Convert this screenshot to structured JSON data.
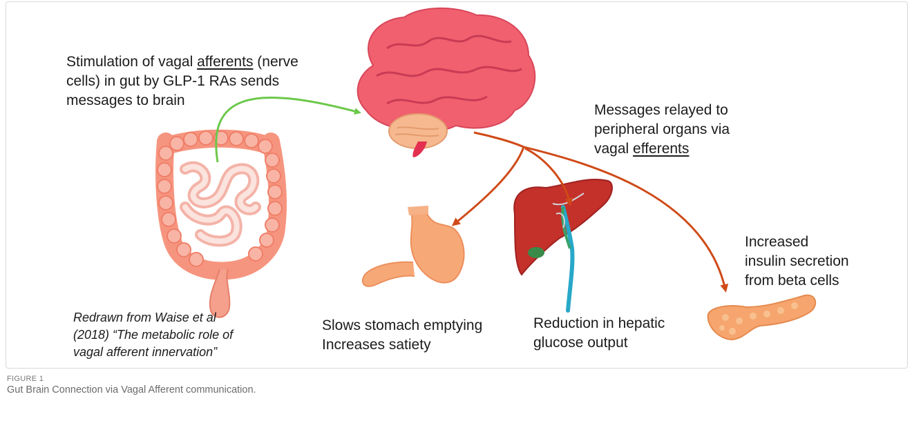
{
  "labels": {
    "afferent": {
      "pre": "Stimulation of vagal ",
      "u": "afferents",
      "post": " (nerve",
      "line2": "cells) in gut by GLP-1 RAs sends",
      "line3": "messages to brain"
    },
    "efferent": {
      "line1": "Messages relayed to",
      "line2": "peripheral organs via",
      "pre": "vagal ",
      "u": "efferents"
    },
    "stomach": {
      "line1": "Slows stomach emptying",
      "line2": "Increases satiety"
    },
    "liver": {
      "line1": "Reduction in hepatic",
      "line2": "glucose output"
    },
    "pancreas": {
      "line1": "Increased",
      "line2": "insulin secretion",
      "line3": "from beta cells"
    },
    "credit": {
      "line1": "Redrawn from Waise et al",
      "line2": "(2018) “The metabolic role of",
      "line3": "vagal afferent innervation”"
    }
  },
  "figure": {
    "label": "FIGURE 1",
    "caption": "Gut Brain Connection via Vagal Afferent communication."
  },
  "colors": {
    "afferent_arrow": "#6cc84a",
    "efferent_arrow": "#cf4a17",
    "brain": "#f0606e",
    "intestine": "#f6957f",
    "stomach": "#f7a877",
    "liver": "#c4302a",
    "pancreas": "#f6a56e"
  }
}
